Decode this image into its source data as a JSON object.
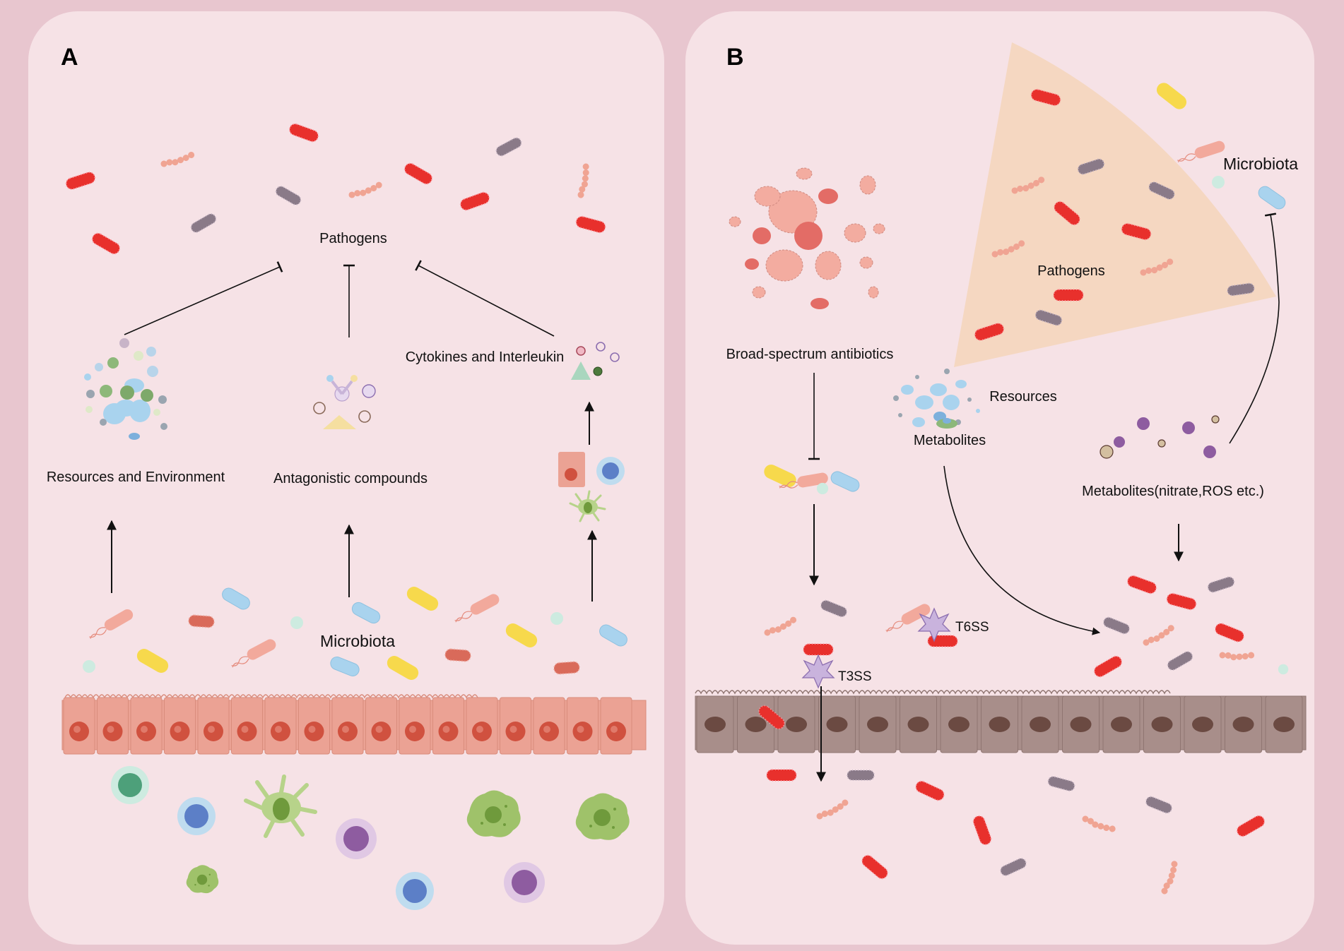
{
  "panelA": {
    "letter": "A",
    "pathogens_label": "Pathogens",
    "resources_label": "Resources and Environment",
    "antagonistic_label": "Antagonistic compounds",
    "cytokines_label": "Cytokines and Interleukin",
    "microbiota_label": "Microbiota"
  },
  "panelB": {
    "letter": "B",
    "antibiotics_label": "Broad-spectrum antibiotics",
    "resources_label": "Resources",
    "metabolites_label": "Metabolites",
    "microbiota_label": "Microbiota",
    "pathogens_label": "Pathogens",
    "metabolites_nitrate_label": "Metabolites(nitrate,ROS etc.)",
    "t6ss_label": "T6SS",
    "t3ss_label": "T3SS"
  },
  "colors": {
    "background": "#e8c6cf",
    "panel": "#f6e2e6",
    "pathogen_red": "#e8302c",
    "pathogen_grey": "#8a7a88",
    "epithelium_A": "#eba294",
    "epithelium_B": "#a88e8a",
    "wedge": "#f5d7c1"
  }
}
